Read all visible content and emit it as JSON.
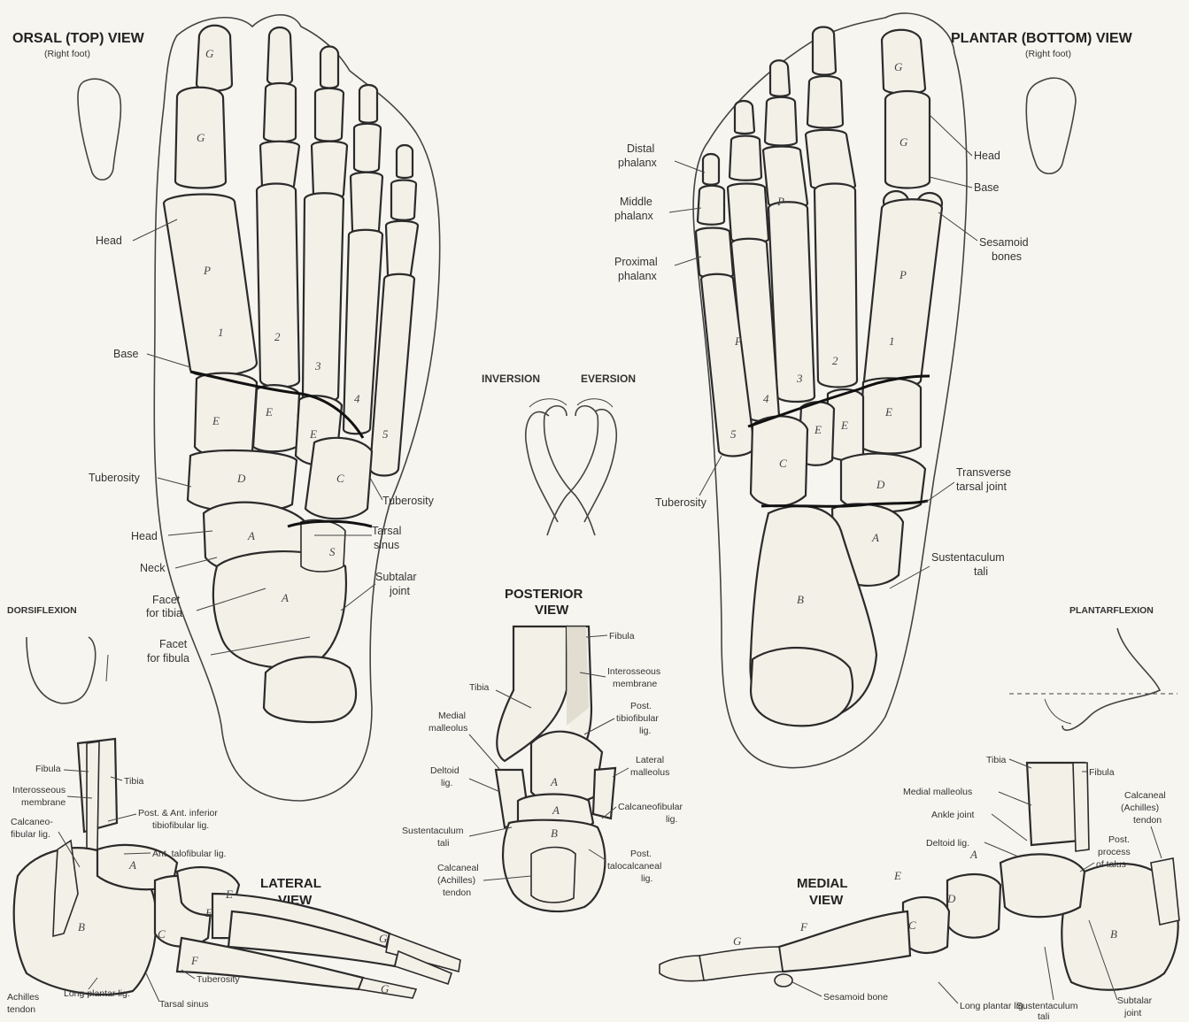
{
  "dorsal": {
    "title": "ORSAL (TOP) VIEW",
    "subtitle": "(Right foot)",
    "labels": {
      "head": "Head",
      "base": "Base",
      "tuberosity_left": "Tuberosity",
      "tuberosity_right": "Tuberosity",
      "head2": "Head",
      "neck": "Neck",
      "facet_tibia_1": "Facet",
      "facet_tibia_2": "for tibia",
      "facet_fibula_1": "Facet",
      "facet_fibula_2": "for fibula",
      "tarsal_sinus_1": "Tarsal",
      "tarsal_sinus_2": "sinus",
      "subtalar_1": "Subtalar",
      "subtalar_2": "joint"
    }
  },
  "plantar": {
    "title": "PLANTAR (BOTTOM) VIEW",
    "subtitle": "(Right foot)",
    "labels": {
      "distal_1": "Distal",
      "distal_2": "phalanx",
      "middle_1": "Middle",
      "middle_2": "phalanx",
      "proximal_1": "Proximal",
      "proximal_2": "phalanx",
      "head": "Head",
      "base": "Base",
      "sesamoid_1": "Sesamoid",
      "sesamoid_2": "bones",
      "transverse_1": "Transverse",
      "transverse_2": "tarsal joint",
      "tuberosity": "Tuberosity",
      "sustentaculum_1": "Sustentaculum",
      "sustentaculum_2": "tali"
    }
  },
  "center": {
    "inversion": "INVERSION",
    "eversion": "EVERSION"
  },
  "side": {
    "dorsiflexion": "DORSIFLEXION",
    "plantarflexion": "PLANTARFLEXION"
  },
  "posterior": {
    "title_1": "POSTERIOR",
    "title_2": "VIEW",
    "labels": {
      "fibula": "Fibula",
      "interosseous_1": "Interosseous",
      "interosseous_2": "membrane",
      "tibia": "Tibia",
      "post_tib_1": "Post.",
      "post_tib_2": "tibiofibular",
      "post_tib_3": "lig.",
      "medial_mall_1": "Medial",
      "medial_mall_2": "malleolus",
      "lateral_mall_1": "Lateral",
      "lateral_mall_2": "malleolus",
      "deltoid_1": "Deltoid",
      "deltoid_2": "lig.",
      "calcaneofibular_1": "Calcaneofibular",
      "calcaneofibular_2": "lig.",
      "sust_1": "Sustentaculum",
      "sust_2": "tali",
      "calc_1": "Calcaneal",
      "calc_2": "(Achilles)",
      "calc_3": "tendon",
      "post_talo_1": "Post.",
      "post_talo_2": "talocalcaneal",
      "post_talo_3": "lig."
    }
  },
  "lateral": {
    "title_1": "LATERAL",
    "title_2": "VIEW",
    "labels": {
      "fibula": "Fibula",
      "tibia": "Tibia",
      "interosseous_1": "Interosseous",
      "interosseous_2": "membrane",
      "post_ant_1": "Post. & Ant. inferior",
      "post_ant_2": "tibiofibular lig.",
      "calcfib_1": "Calcaneo-",
      "calcfib_2": "fibular lig.",
      "ant_talofib": "Ant. talofibular lig.",
      "long_plantar": "Long plantar lig.",
      "tuberosity": "Tuberosity",
      "tarsal_sinus": "Tarsal sinus",
      "achilles_1": "Achilles",
      "achilles_2": "tendon"
    }
  },
  "medial": {
    "title_1": "MEDIAL",
    "title_2": "VIEW",
    "labels": {
      "tibia": "Tibia",
      "fibula": "Fibula",
      "medial_mall": "Medial malleolus",
      "ankle_joint": "Ankle joint",
      "deltoid": "Deltoid lig.",
      "calc_1": "Calcaneal",
      "calc_2": "(Achilles)",
      "calc_3": "tendon",
      "post_proc_1": "Post.",
      "post_proc_2": "process",
      "post_proc_3": "of talus",
      "long_plantar": "Long plantar lig.",
      "sesamoid": "Sesamoid bone",
      "sust_1": "Sustentaculum",
      "sust_2": "tali",
      "subtalar_1": "Subtalar",
      "subtalar_2": "joint"
    }
  },
  "bone_letters": {
    "A": "A",
    "B": "B",
    "C": "C",
    "D": "D",
    "E": "E",
    "F": "F",
    "G": "G",
    "P": "P",
    "S": "S",
    "n1": "1",
    "n2": "2",
    "n3": "3",
    "n4": "4",
    "n5": "5"
  }
}
